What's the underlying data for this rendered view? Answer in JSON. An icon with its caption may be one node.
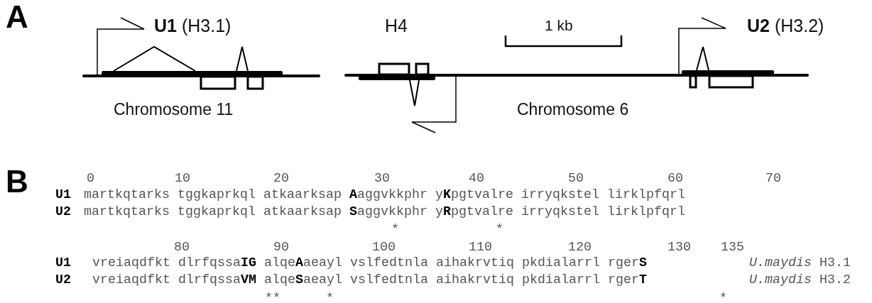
{
  "diagram": {
    "labels": [
      "A",
      "**U1** (H3.1)",
      "H4",
      "1 kb",
      "**U2** (H3.2)",
      "Chromosome 11",
      "Chromosome 6",
      "B",
      "0",
      "10",
      "20",
      "30",
      "40",
      "50",
      "60",
      "70",
      "U1",
      "martkqtarks tggkaprkql atkaarksap **A**aggvkkphr y**K**pgtvalre irryqkstel lirklpfqrl",
      "U2",
      "martkqtarks tggkaprkql atkaarksap **S**aggvkkphr y**R**pgtvalre irryqkstel lirklpfqrl",
      "*",
      "*",
      "80",
      "90",
      "100",
      "110",
      "120",
      "130",
      "135",
      "U1",
      "vreiaqdfkt dlrfqssa**IG** alqe**A**aeayl vslfedtnla aihakrvtiq pkdialarrl rger**S**",
      "*U.maydis* H3.1",
      "U2",
      "vreiaqdfkt dlrfqssa**VM** alqe**S**aeayl vslfedtnla aihakrvtiq pkdialarrl rger**T**",
      "*U.maydis* H3.2",
      "**",
      "*",
      "*"
    ]
  }
}
